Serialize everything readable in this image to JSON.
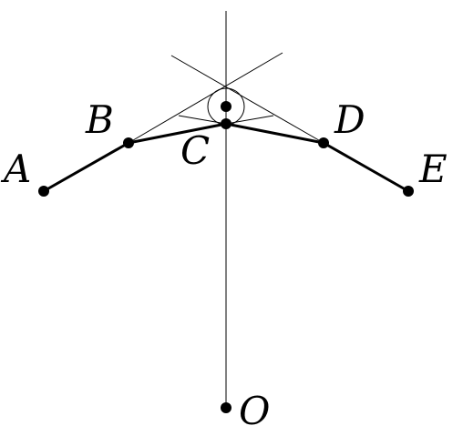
{
  "diagram": {
    "labels": {
      "A": "A",
      "B": "B",
      "C": "C",
      "D": "D",
      "E": "E",
      "O": "O"
    },
    "colors": {
      "stroke": "#000000",
      "background": "#ffffff"
    }
  }
}
